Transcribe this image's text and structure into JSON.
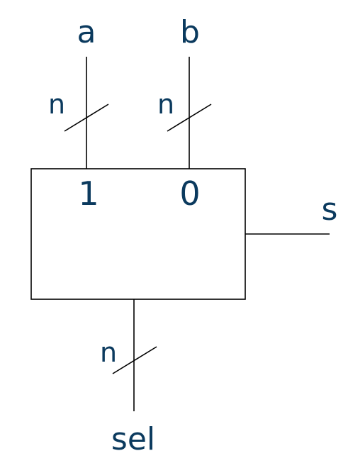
{
  "diagram": {
    "inputs": {
      "a": {
        "name": "a",
        "width": "n",
        "port": "1"
      },
      "b": {
        "name": "b",
        "width": "n",
        "port": "0"
      }
    },
    "output": {
      "name": "s"
    },
    "select": {
      "name": "sel",
      "width": "n"
    }
  },
  "colors": {
    "text": "#0b3a5e",
    "lines": "#000000",
    "background": "#ffffff"
  }
}
